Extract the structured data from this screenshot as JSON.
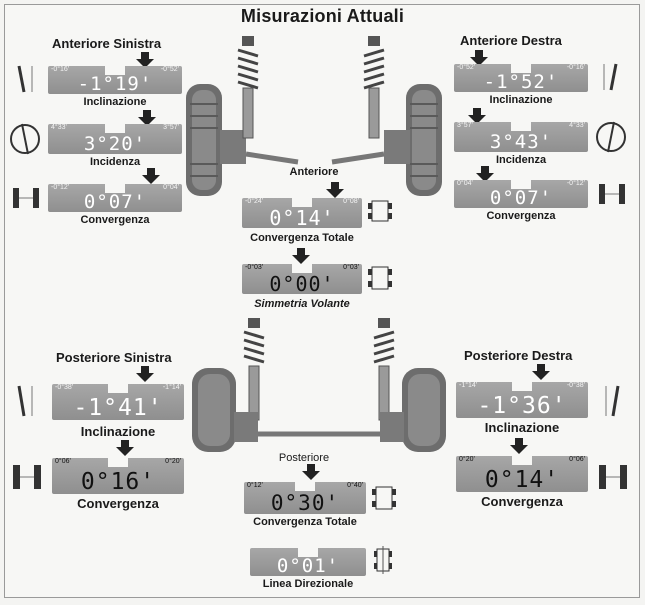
{
  "title": "Misurazioni Attuali",
  "front": {
    "left": {
      "title": "Anteriore Sinistra",
      "camber": {
        "min": "-0°16'",
        "max": "-0°52'",
        "value": "-1°19'",
        "label": "Inclinazione"
      },
      "caster": {
        "min": "4°33'",
        "max": "3°57'",
        "value": "3°20'",
        "label": "Incidenza"
      },
      "toe": {
        "min": "-0°12'",
        "max": "0°04'",
        "value": "0°07'",
        "label": "Convergenza"
      }
    },
    "right": {
      "title": "Anteriore Destra",
      "camber": {
        "min": "-0°52'",
        "max": "-0°16'",
        "value": "-1°52'",
        "label": "Inclinazione"
      },
      "caster": {
        "min": "3°57'",
        "max": "4°33'",
        "value": "3°43'",
        "label": "Incidenza"
      },
      "toe": {
        "min": "0°04'",
        "max": "-0°12'",
        "value": "0°07'",
        "label": "Convergenza"
      }
    },
    "axle_label": "Anteriore",
    "total_toe": {
      "min": "-0°24'",
      "max": "0°08'",
      "value": "0°14'",
      "label": "Convergenza Totale"
    },
    "steering_symmetry": {
      "min": "-0°03'",
      "max": "0°03'",
      "value": "0°00'",
      "label": "Simmetria Volante"
    }
  },
  "rear": {
    "left": {
      "title": "Posteriore Sinistra",
      "camber": {
        "min": "-0°38'",
        "max": "-1°14'",
        "value": "-1°41'",
        "label": "Inclinazione"
      },
      "toe": {
        "min": "0°06'",
        "max": "0°20'",
        "value": "0°16'",
        "label": "Convergenza"
      }
    },
    "right": {
      "title": "Posteriore Destra",
      "camber": {
        "min": "-1°14'",
        "max": "-0°38'",
        "value": "-1°36'",
        "label": "Inclinazione"
      },
      "toe": {
        "min": "0°20'",
        "max": "0°06'",
        "value": "0°14'",
        "label": "Convergenza"
      }
    },
    "axle_label": "Posteriore",
    "total_toe": {
      "min": "0°12'",
      "max": "0°40'",
      "value": "0°30'",
      "label": "Convergenza Totale"
    },
    "thrust_line": {
      "value": "0°01'",
      "label": "Linea Direzionale"
    }
  },
  "colors": {
    "gauge": "#9b9b9b",
    "text": "#1a1a1a",
    "gauge_value": "#ffffff"
  }
}
